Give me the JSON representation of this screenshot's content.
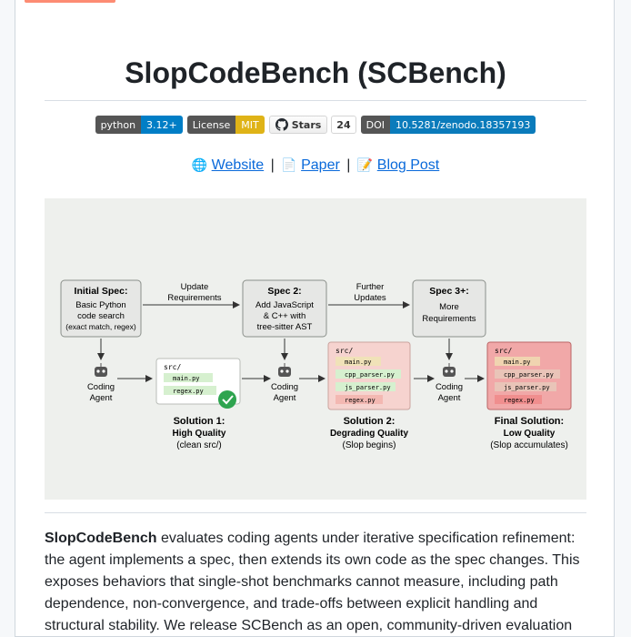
{
  "title": "SlopCodeBench (SCBench)",
  "badges": {
    "python": {
      "label": "python",
      "value": "3.12+"
    },
    "license": {
      "label": "License",
      "value": "MIT"
    },
    "stars": {
      "label": "Stars",
      "count": "24"
    },
    "doi": {
      "label": "DOI",
      "value": "10.5281/zenodo.18357193"
    }
  },
  "links": {
    "website": "Website",
    "paper": "Paper",
    "blog": "Blog Post",
    "separator": "|"
  },
  "diagram": {
    "spec1": {
      "title": "Initial Spec:",
      "lines": [
        "Basic Python",
        "code search",
        "(exact match, regex)"
      ]
    },
    "arrow1": [
      "Update",
      "Requirements"
    ],
    "spec2": {
      "title": "Spec 2:",
      "lines": [
        "Add JavaScript",
        "& C++ with",
        "tree-sitter AST"
      ]
    },
    "arrow2": [
      "Further",
      "Updates"
    ],
    "spec3": {
      "title": "Spec 3+:",
      "lines": [
        "More",
        "Requirements"
      ]
    },
    "agent_label": [
      "Coding",
      "Agent"
    ],
    "src": "src/",
    "files1": [
      "main.py",
      "regex.py"
    ],
    "files2": [
      "main.py",
      "cpp_parser.py",
      "js_parser.py",
      "regex.py"
    ],
    "sol1": [
      "Solution 1:",
      "High Quality",
      "(clean src/)"
    ],
    "sol2": [
      "Solution 2:",
      "Degrading Quality",
      "(Slop begins)"
    ],
    "sol3": [
      "Final Solution:",
      "Low Quality",
      "(Slop accumulates)"
    ],
    "colors": {
      "clean": "#d6f0cf",
      "slop": "#f6d3cf",
      "heavy": "#f1a8a8",
      "box": "#f3f4f2"
    }
  },
  "description": {
    "lead": "SlopCodeBench",
    "text": " evaluates coding agents under iterative specification refinement: the agent implements a spec, then extends its own code as the spec changes. This exposes behaviors that single-shot benchmarks cannot measure, including path dependence, non-convergence, and trade-offs between explicit handling and structural stability. We release SCBench as an open, community-driven evaluation"
  }
}
